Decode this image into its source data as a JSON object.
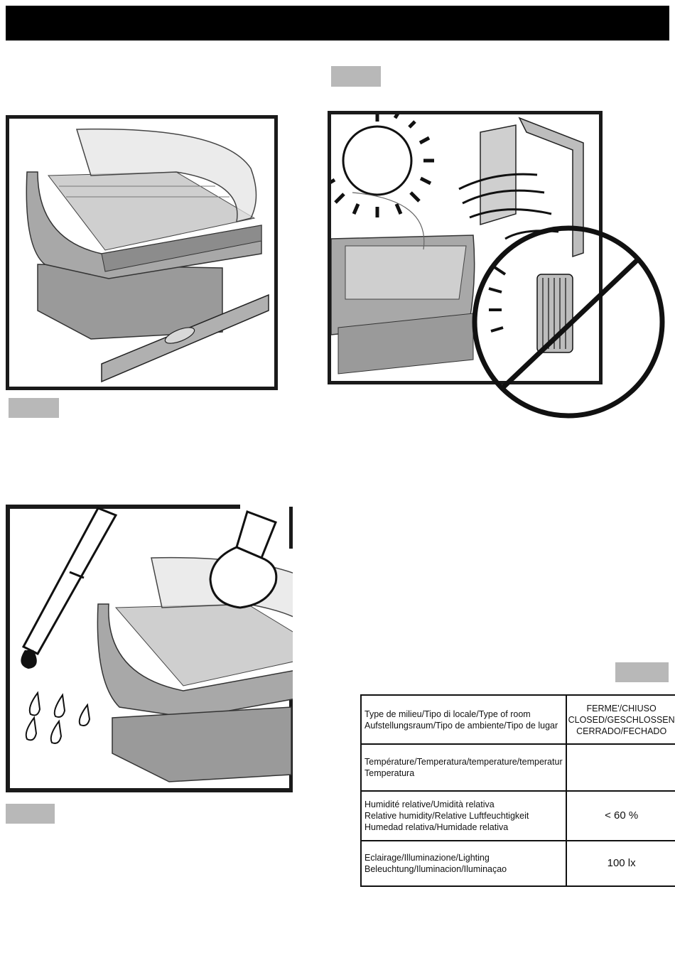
{
  "colors": {
    "header_bar": "#000000",
    "tag_grey": "#b8b8b8",
    "frame": "#1a1a1a"
  },
  "figures": [
    {
      "name": "level-installation",
      "icons": [
        "display-case",
        "spirit-level"
      ]
    },
    {
      "name": "avoid-heat-sources",
      "icons": [
        "sun-icon",
        "open-door-draft-icon",
        "radiator-icon",
        "prohibition-icon",
        "display-case"
      ]
    },
    {
      "name": "avoid-drips-and-lamps",
      "icons": [
        "dripping-pipe-icon",
        "water-drops-icon",
        "lamp-bulb-icon",
        "display-case"
      ]
    }
  ],
  "table": {
    "rows": [
      {
        "label_lines": [
          "Type de milieu/Tipo di locale/Type of room",
          "Aufstellungsraum/Tipo de ambiente/Tipo de lugar"
        ],
        "value_lines": [
          "FERME'/CHIUSO",
          "CLOSED/GESCHLOSSEN",
          "CERRADO/FECHADO"
        ]
      },
      {
        "label_lines": [
          "Température/Temperatura/temperature/temperatur",
          "Temperatura"
        ],
        "value_lines": []
      },
      {
        "label_lines": [
          "Humidité relative/Umidità relativa",
          "Relative humidity/Relative Luftfeuchtigkeit",
          "Humedad relativa/Humidade relativa"
        ],
        "value_lines": [
          "< 60 %"
        ]
      },
      {
        "label_lines": [
          "Eclairage/Illuminazione/Lighting",
          "Beleuchtung/Iluminacion/Iluminaçao"
        ],
        "value_lines": [
          "100 lx"
        ]
      }
    ]
  }
}
